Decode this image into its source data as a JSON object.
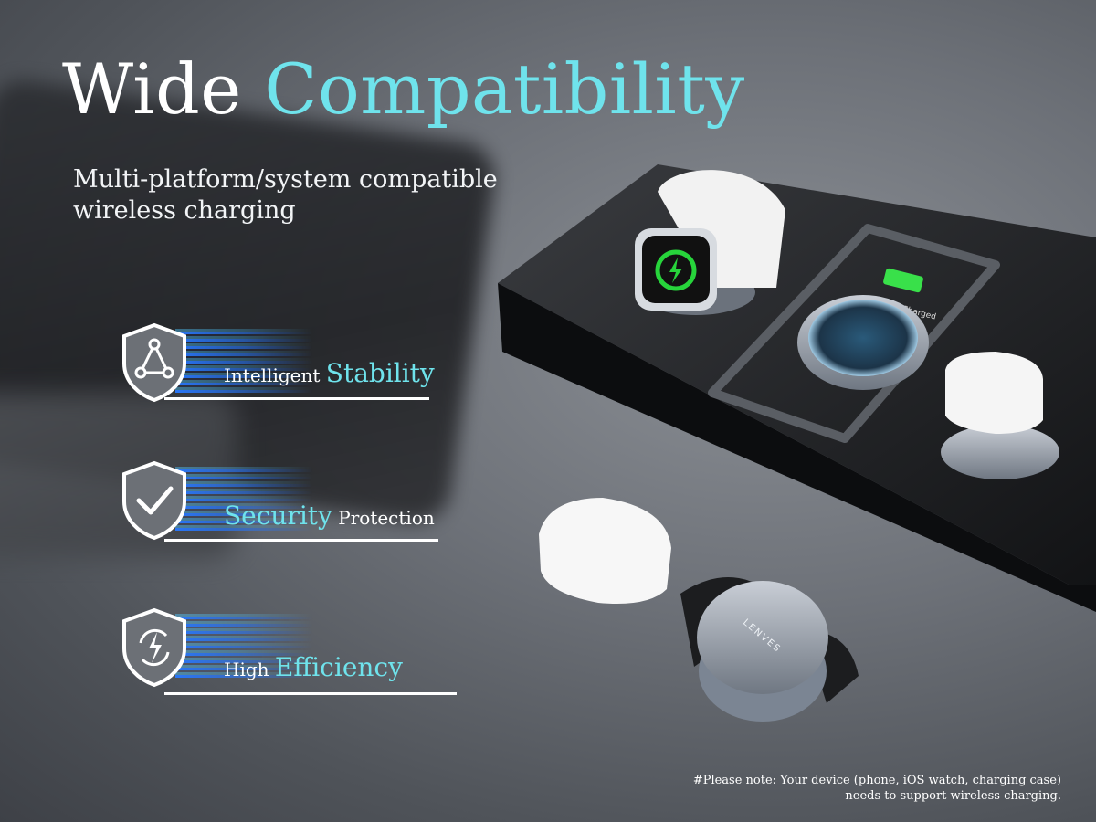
{
  "headline": {
    "word1": "Wide",
    "word2": "Compatibility"
  },
  "subtitle": "Multi-platform/system compatible wireless charging",
  "features": [
    {
      "prefix": "Intelligent ",
      "highlight": "Stability",
      "suffix": "",
      "icon": "triangle-network-icon"
    },
    {
      "prefix": "",
      "highlight": "Security",
      "suffix": " Protection",
      "icon": "checkmark-icon"
    },
    {
      "prefix": "High ",
      "highlight": "Efficiency",
      "suffix": "",
      "icon": "lightning-cycle-icon"
    }
  ],
  "product": {
    "brand": "LENVES",
    "phone_badge": "96% Charged"
  },
  "note": {
    "line1": "#Please note: Your device (phone, iOS watch, charging case)",
    "line2": "needs to support wireless charging."
  },
  "colors": {
    "accent": "#6fe3ec",
    "streak": "#2a7bff"
  }
}
